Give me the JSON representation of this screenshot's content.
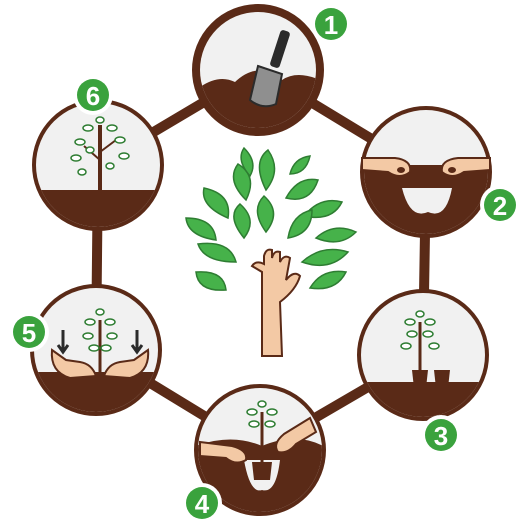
{
  "colors": {
    "soil": "#5a2a17",
    "ring": "#5a2a17",
    "badge": "#3aa23d",
    "leaf": "#46b24a",
    "leaf_dark": "#2e7d32",
    "skin": "#f3c9a5",
    "sky": "#f1f1f1",
    "tool_blade": "#8f8f8f",
    "tool_handle": "#2b2b2b"
  },
  "steps": [
    {
      "number": "1",
      "icon": "trowel-digging-icon"
    },
    {
      "number": "2",
      "icon": "hands-with-seeds-icon"
    },
    {
      "number": "3",
      "icon": "sapling-with-pots-icon"
    },
    {
      "number": "4",
      "icon": "hands-planting-sapling-icon"
    },
    {
      "number": "5",
      "icon": "hands-pressing-soil-icon"
    },
    {
      "number": "6",
      "icon": "grown-tree-icon"
    }
  ],
  "center": {
    "icon": "hand-holding-tree-icon"
  }
}
